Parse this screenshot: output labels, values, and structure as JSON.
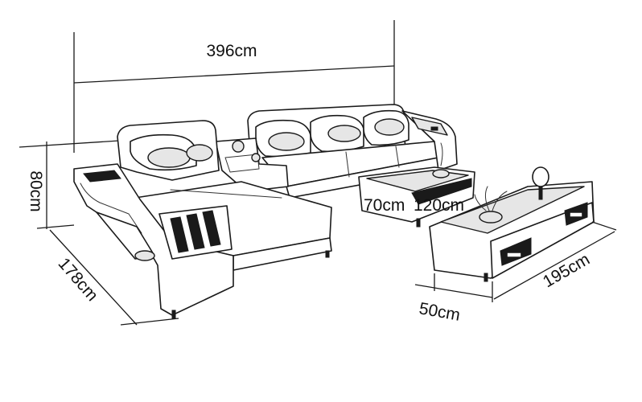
{
  "dimensions": {
    "total_width": "396cm",
    "height": "80cm",
    "chaise_depth": "178cm",
    "coffee_table_width": "70cm",
    "coffee_table_length": "120cm",
    "tv_stand_depth": "50cm",
    "tv_stand_length": "195cm"
  },
  "colors": {
    "ink": "#1a1a1a",
    "background": "#ffffff"
  }
}
